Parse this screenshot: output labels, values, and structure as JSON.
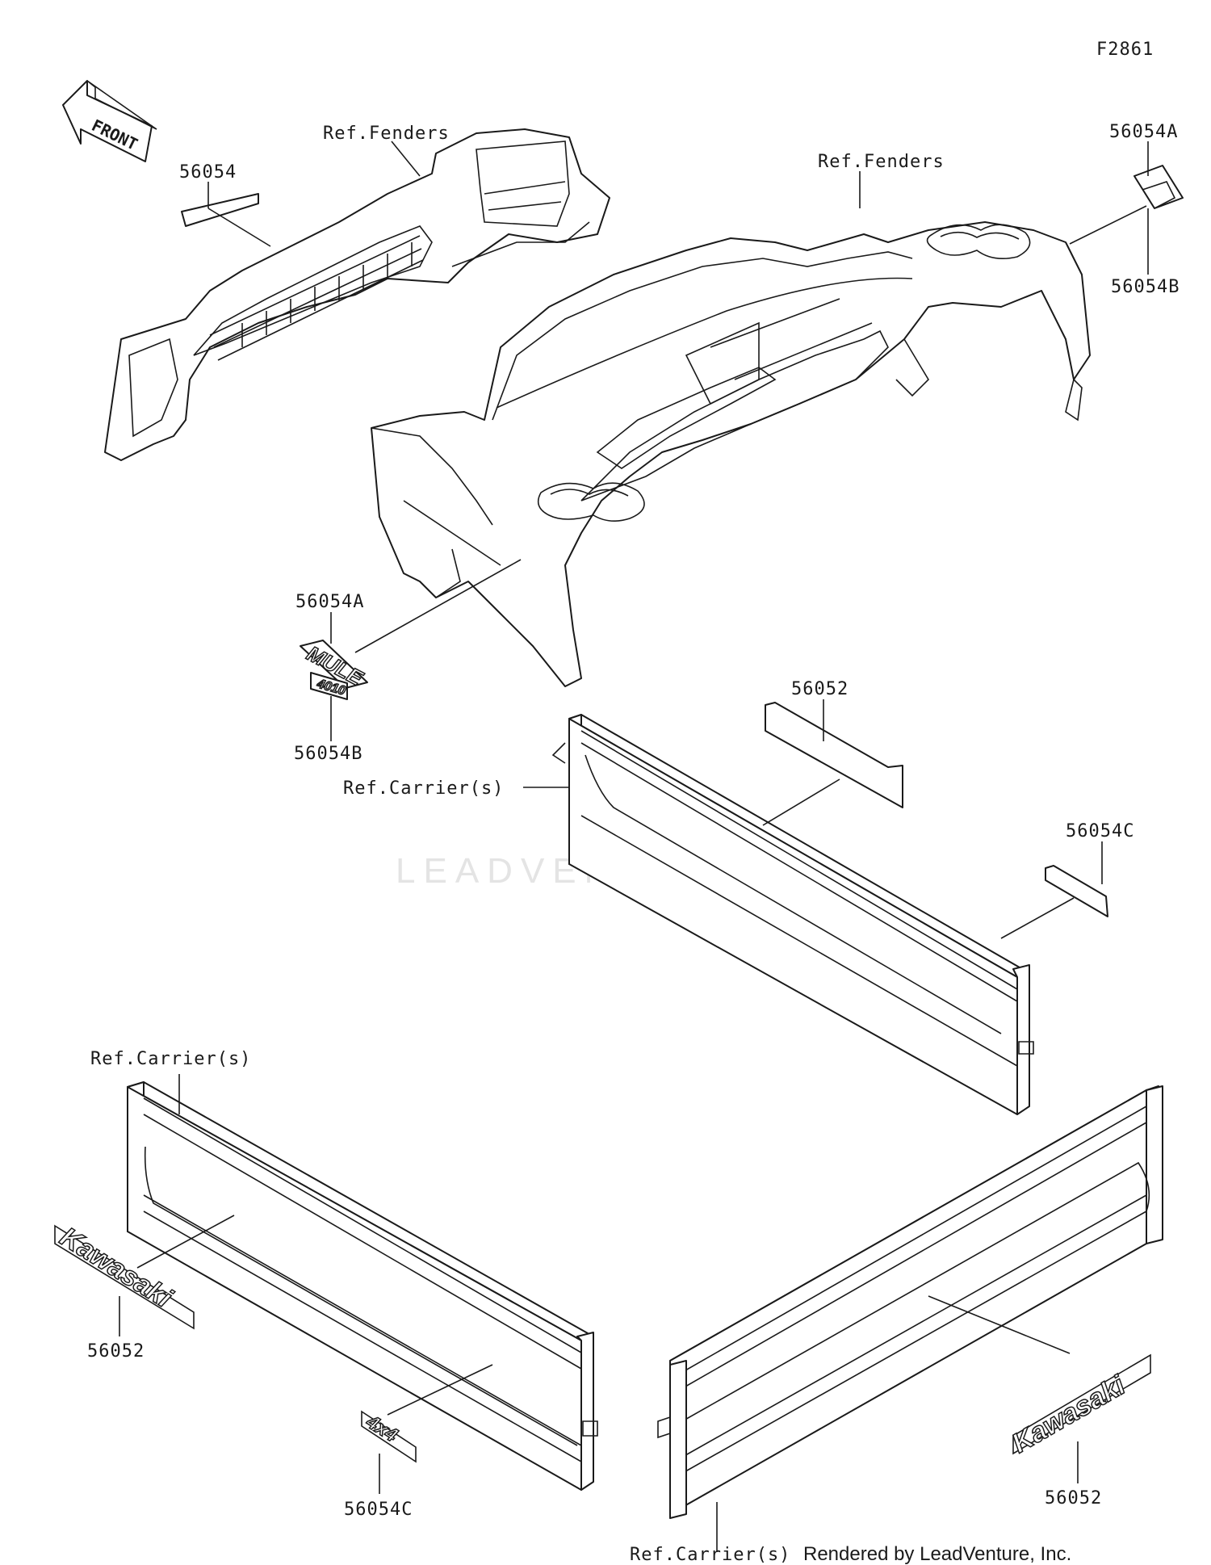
{
  "figure_id": "F2861",
  "front_arrow": {
    "label": "FRONT",
    "icon": "front-arrow-icon"
  },
  "watermark": "LEADVENTURE",
  "footer": "Rendered by LeadVenture, Inc.",
  "labels": {
    "ref_fenders_front": "Ref.Fenders",
    "ref_fenders_rear": "Ref.Fenders",
    "p56054": "56054",
    "p56054a_top": "56054A",
    "p56054b_top": "56054B",
    "p56054a_mid": "56054A",
    "p56054b_mid": "56054B",
    "p56052_top": "56052",
    "p56054c_right": "56054C",
    "ref_carrier_mid": "Ref.Carrier(s)",
    "ref_carrier_left": "Ref.Carrier(s)",
    "p56052_left": "56052",
    "p56054c_bottom": "56054C",
    "p56052_right": "56052",
    "ref_carrier_bottom": "Ref.Carrier(s)"
  },
  "decals": {
    "mule": "MULE",
    "mule_sub": "4010",
    "kawasaki_left": "Kawasaki",
    "kawasaki_right": "Kawasaki",
    "four_by_four": "4x4"
  }
}
